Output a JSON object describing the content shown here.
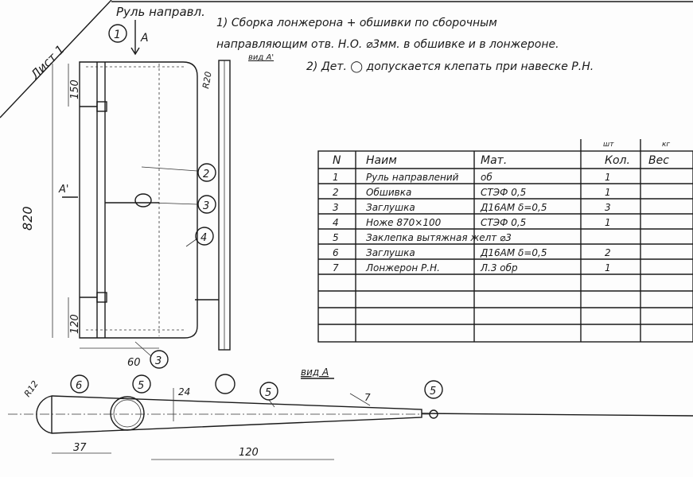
{
  "sheet": {
    "label": "Лист 1"
  },
  "title": {
    "part_name": "Руль направл.",
    "part_number": "1",
    "view_arrow": "A"
  },
  "notes": [
    "1) Сборка лонжерона + обшивки по сборочным",
    "направляющим отв. Н.О. ⌀3мм. в обшивке и в лонжероне.",
    "2) Дет. ◯ допускается клепать при навеске Р.Н."
  ],
  "view_label_a1": "вид А'",
  "view_label_a": "вид А",
  "section_arrow": "А'",
  "dimensions": {
    "top": "150",
    "height": "820",
    "bottom": "120",
    "width": "60",
    "radius": "R20",
    "nose_radius": "R12",
    "depth": "24",
    "tail": "7",
    "nose_len": "37",
    "chord": "120"
  },
  "callouts": {
    "c2": "2",
    "c3a": "3",
    "c4": "4",
    "c3b": "3",
    "c6": "6",
    "c5a": "5",
    "c5b": "5",
    "c5c": "5"
  },
  "table": {
    "units": {
      "qty": "шт",
      "mass": "кг"
    },
    "headers": [
      "N",
      "Наим",
      "Мат.",
      "Кол.",
      "Вес"
    ],
    "rows": [
      [
        "1",
        "Руль направлений",
        "об",
        "1",
        ""
      ],
      [
        "2",
        "Обшивка",
        "СТЭФ 0,5",
        "1",
        ""
      ],
      [
        "3",
        "Заглушка",
        "Д16АМ δ=0,5",
        "3",
        ""
      ],
      [
        "4",
        "Ноже 870×100",
        "СТЭФ 0,5",
        "1",
        ""
      ],
      [
        "5",
        "Заклепка вытяжная желт ⌀3",
        "",
        "",
        ""
      ],
      [
        "6",
        "Заглушка",
        "Д16АМ δ=0,5",
        "2",
        ""
      ],
      [
        "7",
        "Лонжерон Р.Н.",
        "Л.3 обр",
        "1",
        ""
      ]
    ]
  }
}
